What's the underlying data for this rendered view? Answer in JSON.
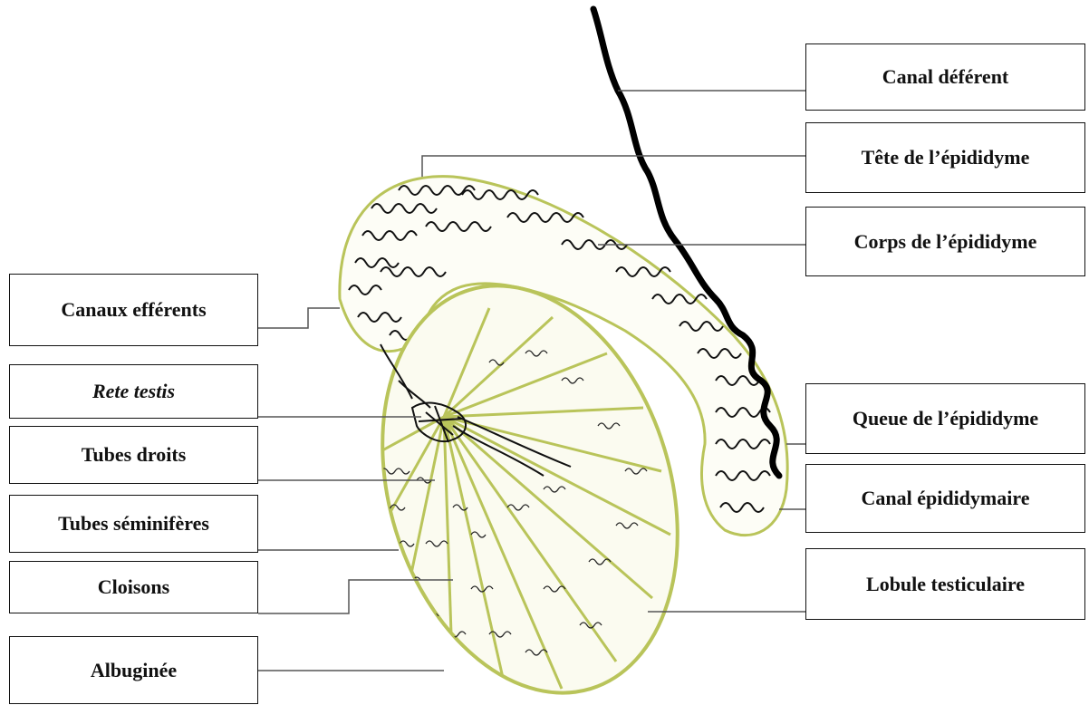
{
  "labels": {
    "canaux_efferents": "Canaux efférents",
    "rete_testis": "Rete testis",
    "tubes_droits": "Tubes droits",
    "tubes_seminiferes": "Tubes séminifères",
    "cloisons": "Cloisons",
    "albuginee": "Albuginée",
    "canal_deferent": "Canal déférent",
    "tete_epididyme": "Tête de l’épididyme",
    "corps_epididyme": "Corps de l’épididyme",
    "queue_epididyme": "Queue de l’épididyme",
    "canal_epididymaire": "Canal épididymaire",
    "lobule_testiculaire": "Lobule testiculaire"
  },
  "colors": {
    "outline": "#b9c45a",
    "ink": "#111111",
    "leader": "#555555"
  }
}
